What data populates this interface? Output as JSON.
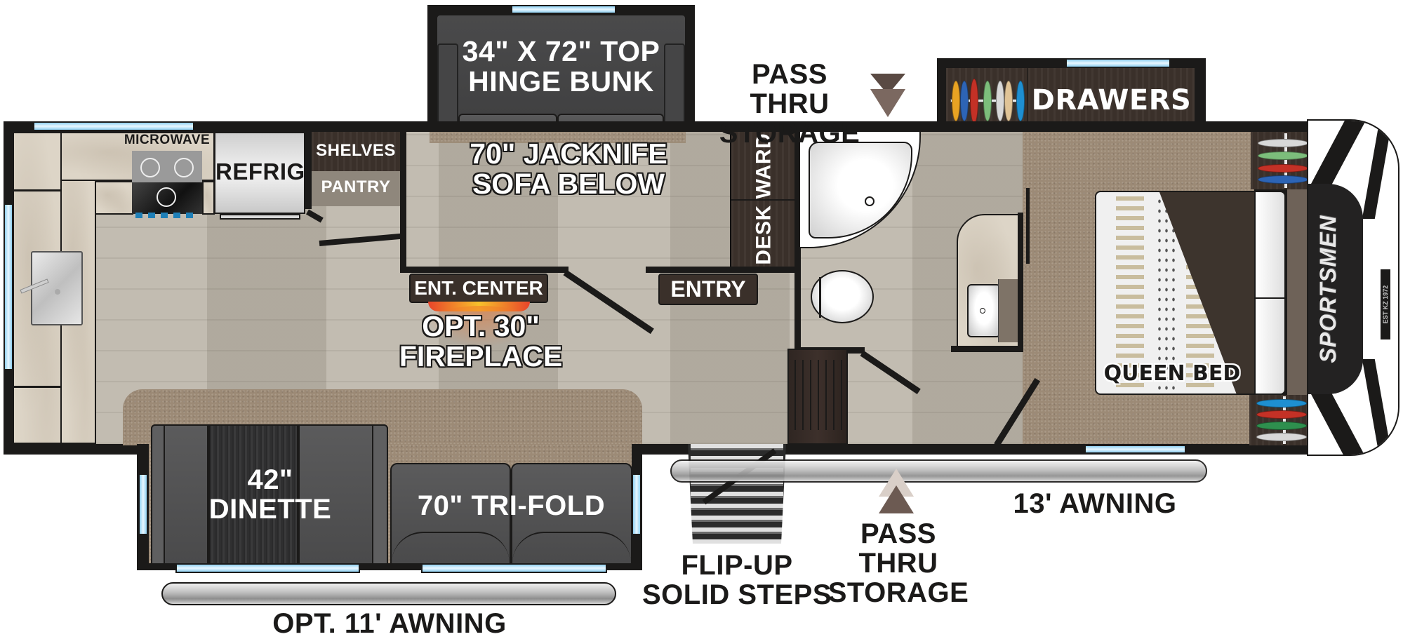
{
  "floorplan": {
    "brand": "SPORTSMEN",
    "badge": "EST KZ 1972",
    "rooms": {
      "kitchen": {
        "microwave": "MICROWAVE",
        "refrigerator": "REFRIG",
        "shelves": "SHELVES",
        "pantry": "PANTRY"
      },
      "bunk_slide": {
        "bunk": "34\" X 72\" TOP HINGE BUNK",
        "bunk_line1": "34\" X 72\" TOP",
        "bunk_line2": "HINGE BUNK",
        "sofa_line1": "70\" JACKNIFE",
        "sofa_line2": "SOFA BELOW"
      },
      "living": {
        "ent_center": "ENT. CENTER",
        "fireplace_line1": "OPT. 30\"",
        "fireplace_line2": "FIREPLACE",
        "entry": "ENTRY",
        "desk_ward": "DESK WARD"
      },
      "dinette_slide": {
        "dinette_line1": "42\"",
        "dinette_line2": "DINETTE",
        "trifold": "70\" TRI-FOLD"
      },
      "bedroom": {
        "drawers": "DRAWERS",
        "bed": "QUEEN BED"
      }
    },
    "exterior": {
      "pass_thru_top_line1": "PASS THRU",
      "pass_thru_top_line2": "STORAGE",
      "pass_thru_bottom_line1": "PASS THRU",
      "pass_thru_bottom_line2": "STORAGE",
      "steps_line1": "FLIP-UP",
      "steps_line2": "SOLID STEPS",
      "awning_13": "13' AWNING",
      "awning_11": "OPT. 11' AWNING"
    },
    "icons": {
      "pass_thru_top_arrow": "double-down-arrow",
      "pass_thru_bottom_arrow": "double-up-arrow"
    },
    "colors": {
      "wall": "#1b1a19",
      "window": "#8fd0f2",
      "carpet": "#9c8a76",
      "wood_floor": "#bdb6ab",
      "dark_wood": "#3a302a",
      "cushion": "#545455",
      "fireplace_glow": "#f0732a"
    }
  }
}
